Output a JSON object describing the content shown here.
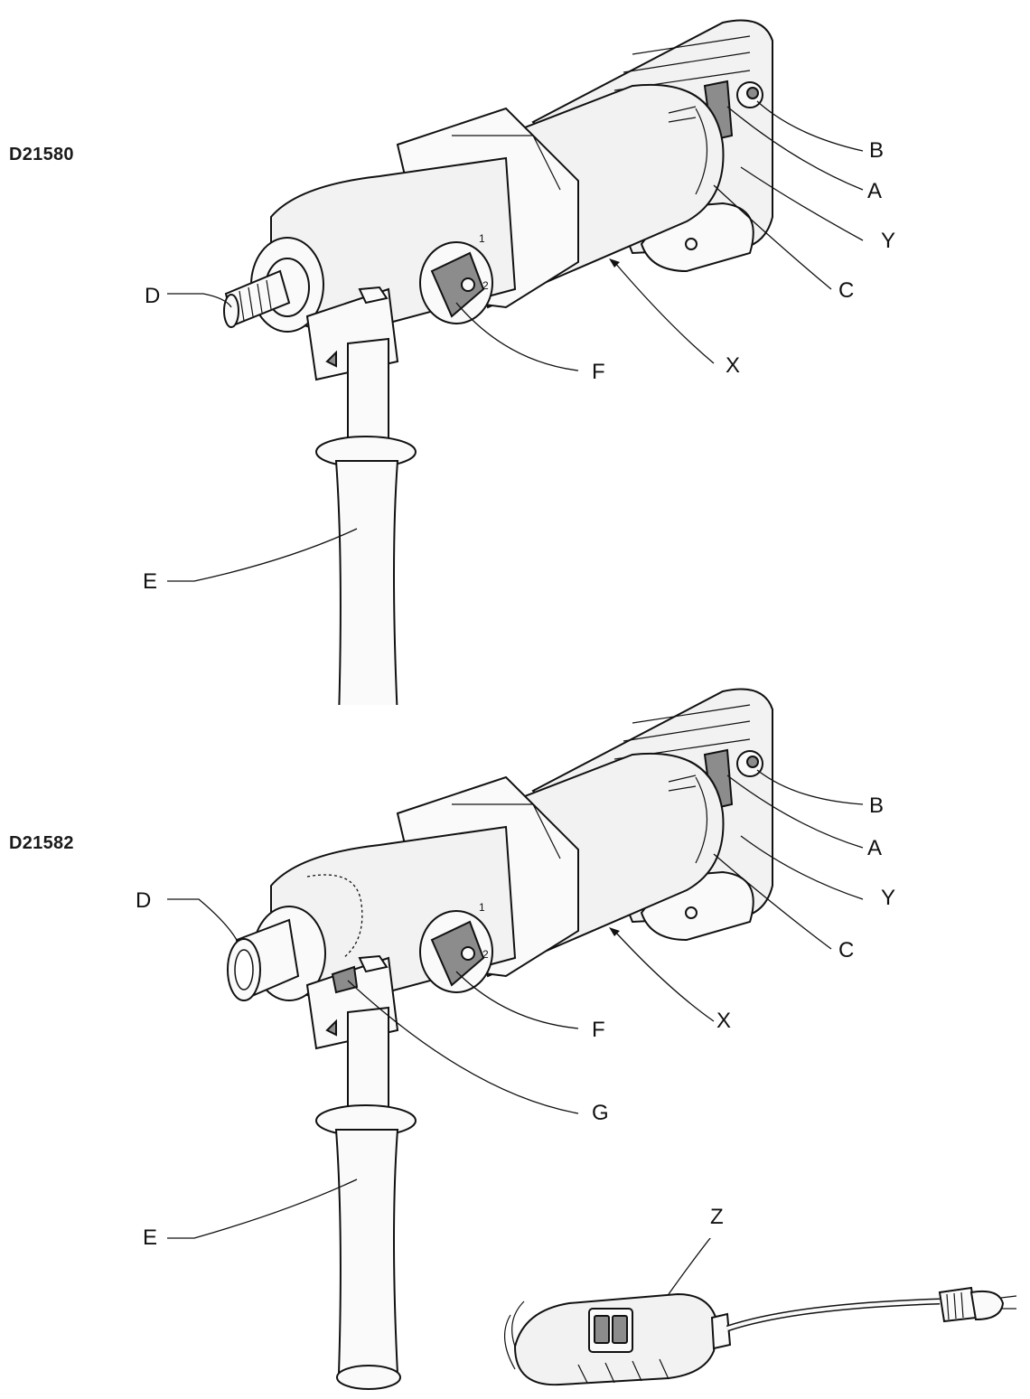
{
  "figures": [
    {
      "model": "D21580",
      "callouts": [
        "B",
        "A",
        "Y",
        "C",
        "D",
        "F",
        "X",
        "E"
      ]
    },
    {
      "model": "D21582",
      "callouts": [
        "B",
        "A",
        "Y",
        "C",
        "D",
        "F",
        "X",
        "G",
        "E"
      ]
    }
  ],
  "accessory": {
    "callout": "Z"
  },
  "colors": {
    "line": "#111111",
    "fill": "#f2f2f2",
    "accent_gray": "#8c8c8c"
  }
}
